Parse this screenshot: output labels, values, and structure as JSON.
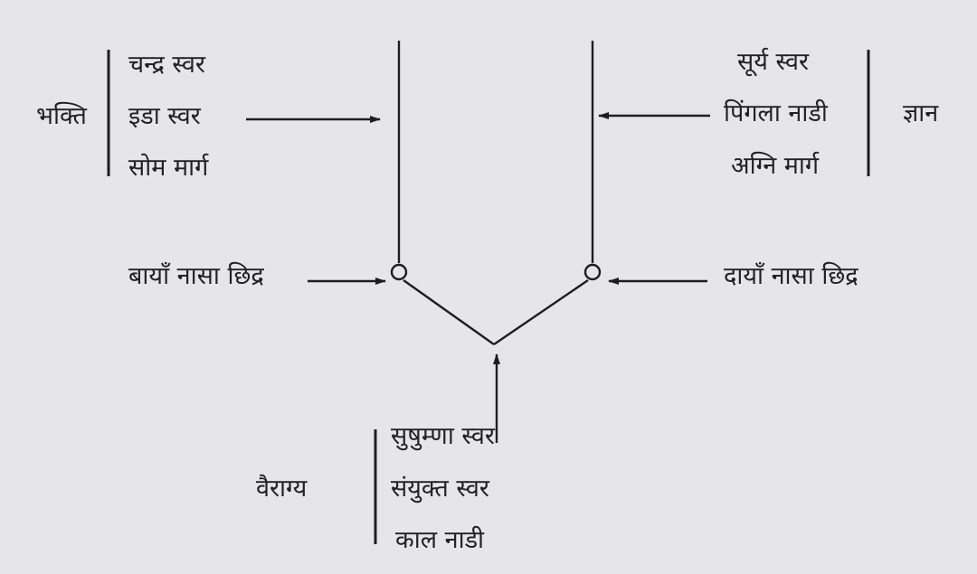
{
  "left_group": {
    "category": "भक्ति",
    "items": [
      "चन्द्र स्वर",
      "इडा स्वर",
      "सोम मार्ग"
    ]
  },
  "right_group": {
    "category": "ज्ञान",
    "items": [
      "सूर्य स्वर",
      "पिंगला नाडी",
      "अग्नि मार्ग"
    ]
  },
  "nostrils": {
    "left": "बायाँ नासा छिद्र",
    "right": "दायाँ नासा छिद्र"
  },
  "bottom_group": {
    "category": "वैराग्य",
    "items": [
      "सुषुम्णा स्वर",
      "संयुक्त स्वर",
      "काल नाडी"
    ]
  }
}
